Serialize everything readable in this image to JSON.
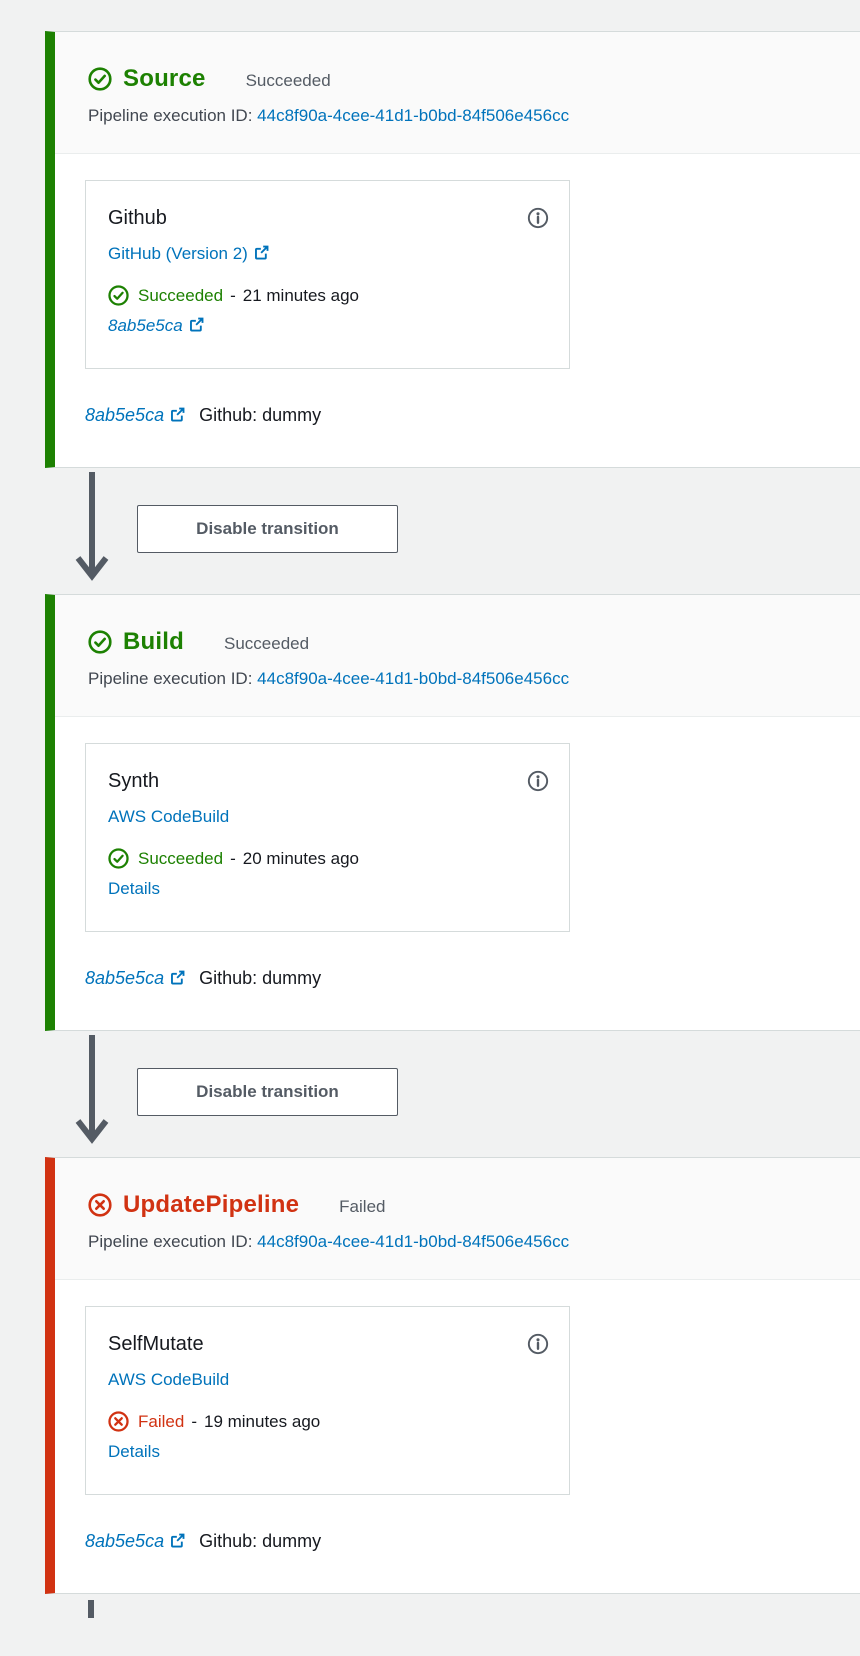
{
  "colors": {
    "success": "#1d8102",
    "error": "#d13212",
    "link": "#0073bb",
    "muted": "#545b64",
    "page_bg": "#f1f2f2"
  },
  "icons": {
    "stage_success": "circle-check-icon",
    "stage_failed": "circle-x-icon",
    "action_info": "info-icon",
    "external_link": "external-link-icon",
    "transition_arrow": "arrow-down-icon"
  },
  "pipeline": {
    "execution_label": "Pipeline execution ID:",
    "execution_id": "44c8f90a-4cee-41d1-b0bd-84f506e456cc",
    "transition_button": "Disable transition",
    "time_separator": "-",
    "stages": [
      {
        "name": "Source",
        "status": "Succeeded",
        "action": {
          "name": "Github",
          "provider": "GitHub (Version 2)",
          "status": "Succeeded",
          "time": "21 minutes ago",
          "revision_link": "8ab5e5ca"
        },
        "revision": {
          "id": "8ab5e5ca",
          "summary": "Github: dummy"
        }
      },
      {
        "name": "Build",
        "status": "Succeeded",
        "action": {
          "name": "Synth",
          "provider": "AWS CodeBuild",
          "status": "Succeeded",
          "time": "20 minutes ago",
          "details_link": "Details"
        },
        "revision": {
          "id": "8ab5e5ca",
          "summary": "Github: dummy"
        }
      },
      {
        "name": "UpdatePipeline",
        "status": "Failed",
        "action": {
          "name": "SelfMutate",
          "provider": "AWS CodeBuild",
          "status": "Failed",
          "time": "19 minutes ago",
          "details_link": "Details"
        },
        "revision": {
          "id": "8ab5e5ca",
          "summary": "Github: dummy"
        }
      }
    ]
  }
}
